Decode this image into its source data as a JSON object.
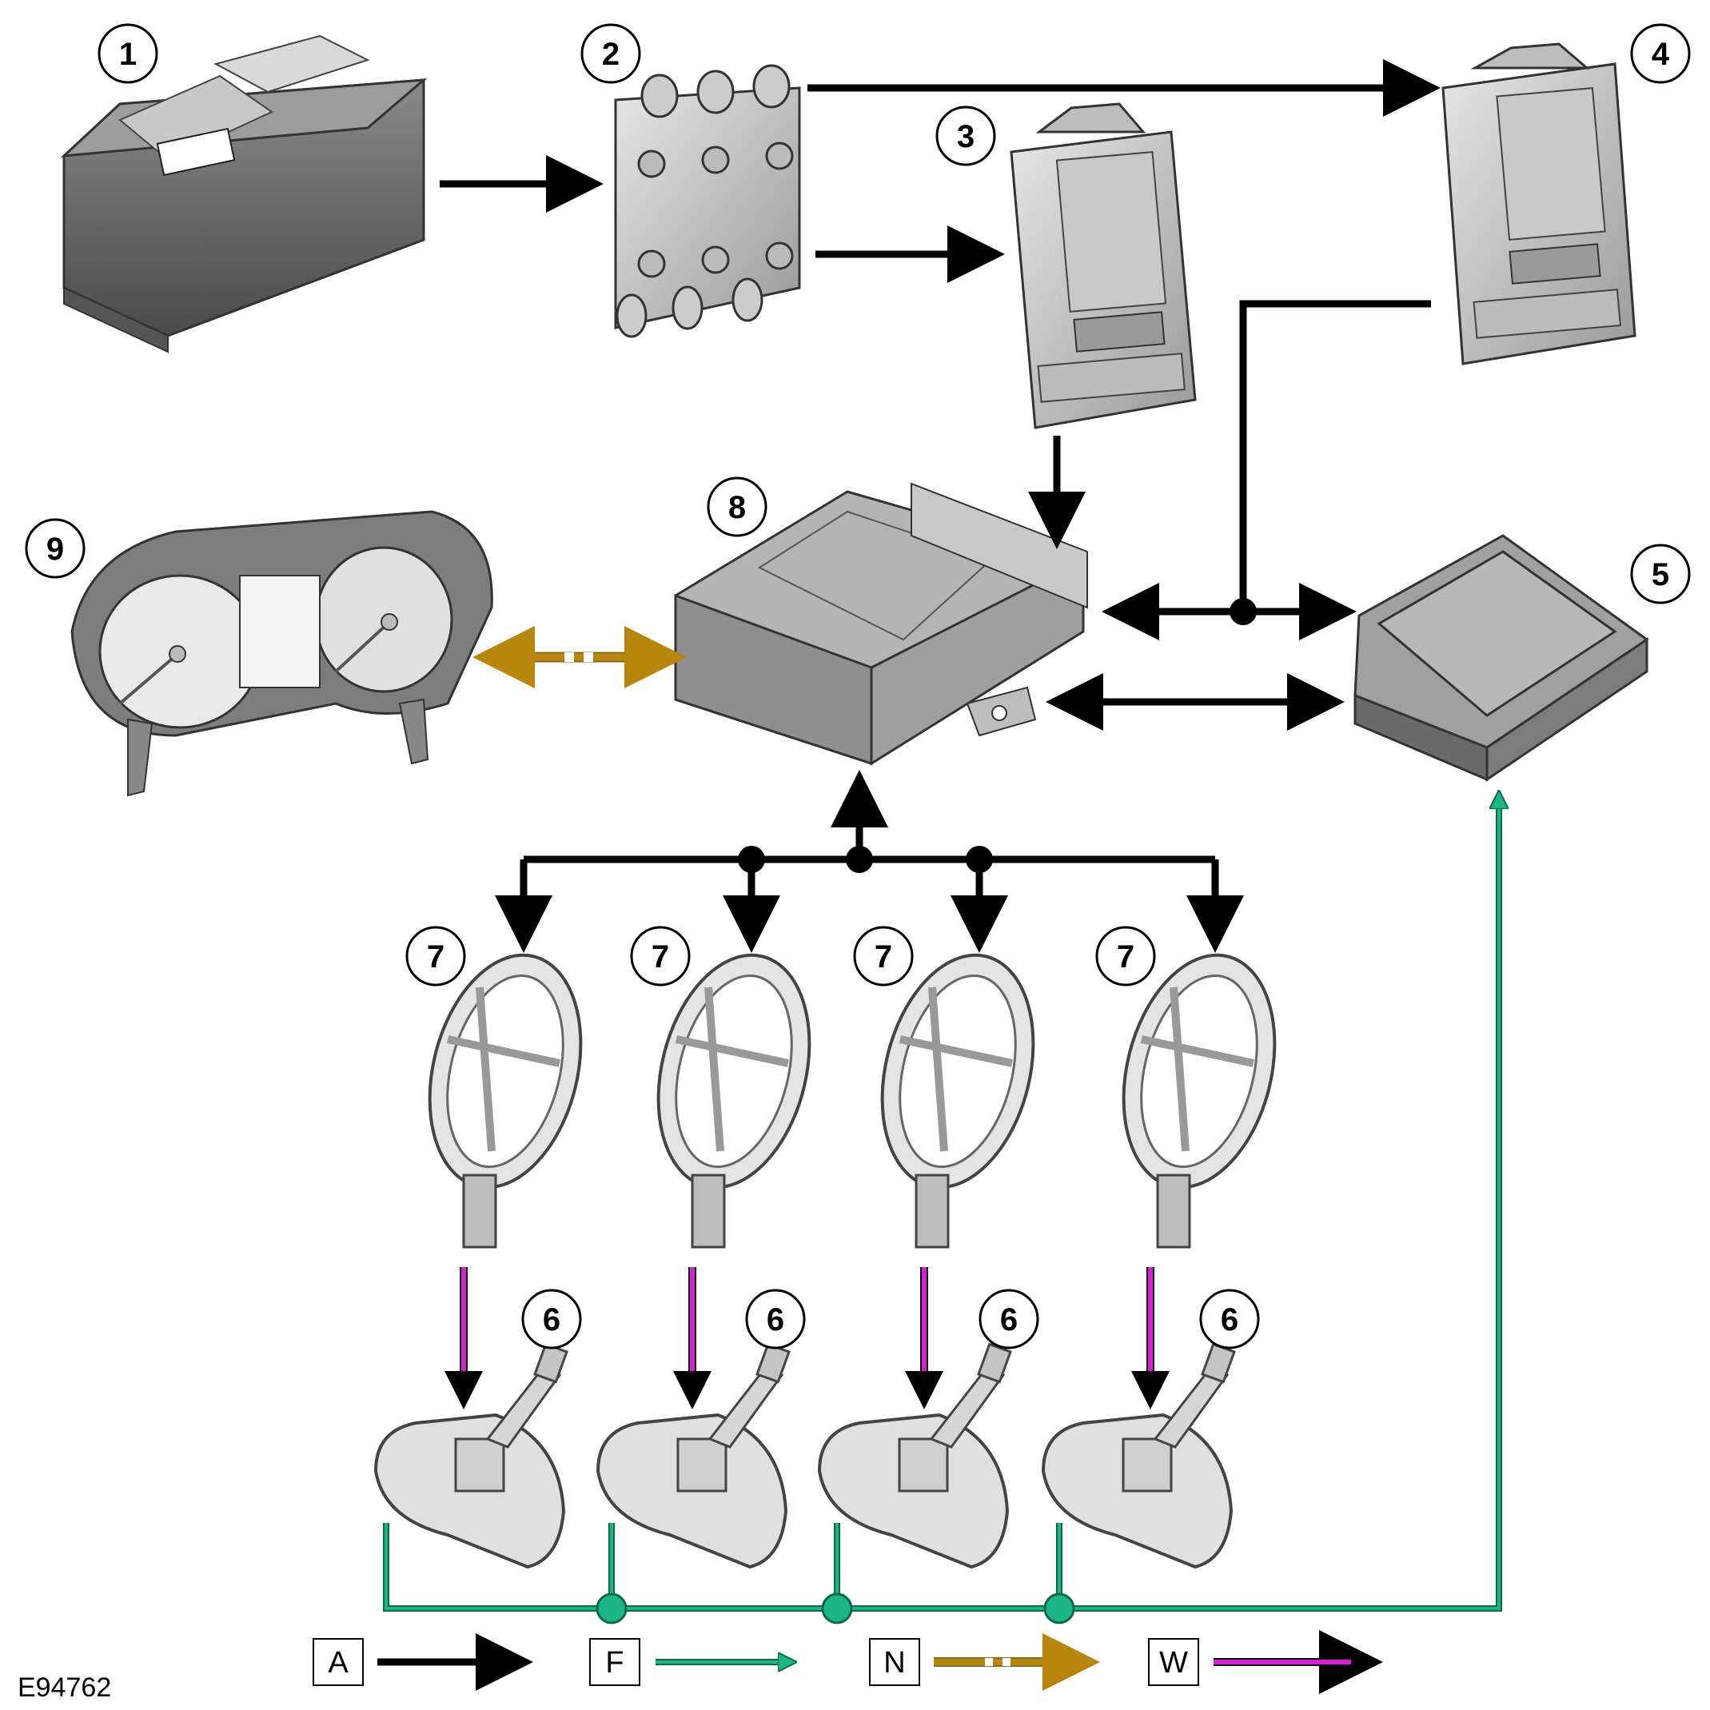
{
  "callouts": {
    "c1": "1",
    "c2": "2",
    "c3": "3",
    "c4": "4",
    "c5": "5",
    "c8": "8",
    "c9": "9",
    "c7a": "7",
    "c7b": "7",
    "c7c": "7",
    "c7d": "7",
    "c6a": "6",
    "c6b": "6",
    "c6c": "6",
    "c6d": "6"
  },
  "legend": {
    "a": "A",
    "f": "F",
    "n": "N",
    "w": "W"
  },
  "figure_id": "E94762",
  "colors": {
    "black_arrow": "#000000",
    "green_arrow": "#1db585",
    "gold_arrow": "#b8860b",
    "magenta_arrow": "#d61fd6",
    "component_fill": "#a8a8a8",
    "component_dark": "#6e6e6e",
    "component_light": "#d6d6d6"
  },
  "icons": {
    "battery": "battery-icon",
    "fuse_block": "fuse-block-icon",
    "fuse_box_small": "fuse-box-icon",
    "fuse_box_large": "fuse-box-icon",
    "receiver_module": "module-icon",
    "control_module": "module-icon",
    "instrument_cluster": "instrument-cluster-icon",
    "initiator": "initiator-icon",
    "tire_pressure_sensor": "tpms-sensor-icon"
  }
}
